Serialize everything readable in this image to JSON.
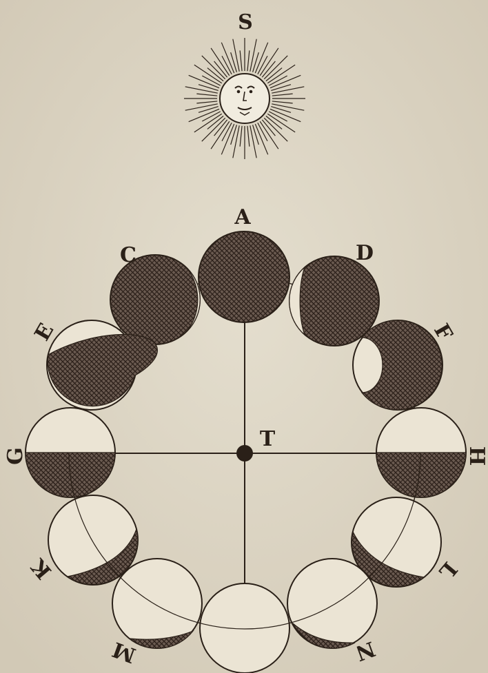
{
  "labels": {
    "sun": "S",
    "earth": "T",
    "a": "A",
    "c": "C",
    "d": "D",
    "e": "E",
    "f": "F",
    "g": "G",
    "h": "H",
    "k": "K",
    "l": "L",
    "m": "M",
    "n": "N"
  },
  "colors": {
    "paper": "#ddd6c6",
    "ink": "#2a2018",
    "hatch": "#3a2c24"
  }
}
